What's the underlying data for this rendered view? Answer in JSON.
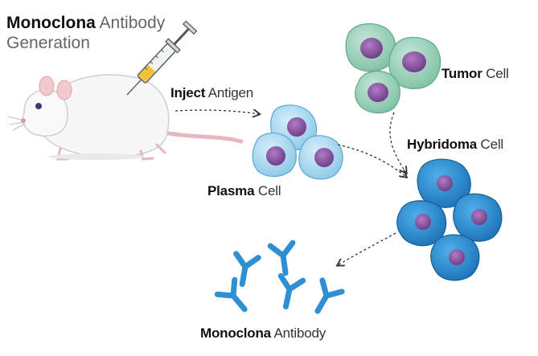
{
  "title": {
    "bold": "Monoclona",
    "rest": " Antibody",
    "line2": "Generation"
  },
  "labels": {
    "inject": {
      "bold": "Inject",
      "rest": " Antigen"
    },
    "plasma": {
      "bold": "Plasma",
      "rest": " Cell"
    },
    "tumor": {
      "bold": "Tumor",
      "rest": " Cell"
    },
    "hybridoma": {
      "bold": "Hybridoma",
      "rest": " Cell"
    },
    "antibody": {
      "bold": "Monoclona",
      "rest": " Antibody"
    }
  },
  "colors": {
    "plasma_fill": "#a9d9ee",
    "plasma_nucleus": "#8a4c9c",
    "tumor_fill": "#9dd3bd",
    "tumor_nucleus": "#7b4f9a",
    "hybridoma_fill": "#2d8fd3",
    "hybridoma_nucleus": "#8a4c9c",
    "antibody": "#2e90d2",
    "arrow": "#333333"
  },
  "icons": [
    "mouse-icon",
    "syringe-icon",
    "plasma-cell-icon",
    "tumor-cell-icon",
    "hybridoma-cell-icon",
    "antibody-icon"
  ]
}
